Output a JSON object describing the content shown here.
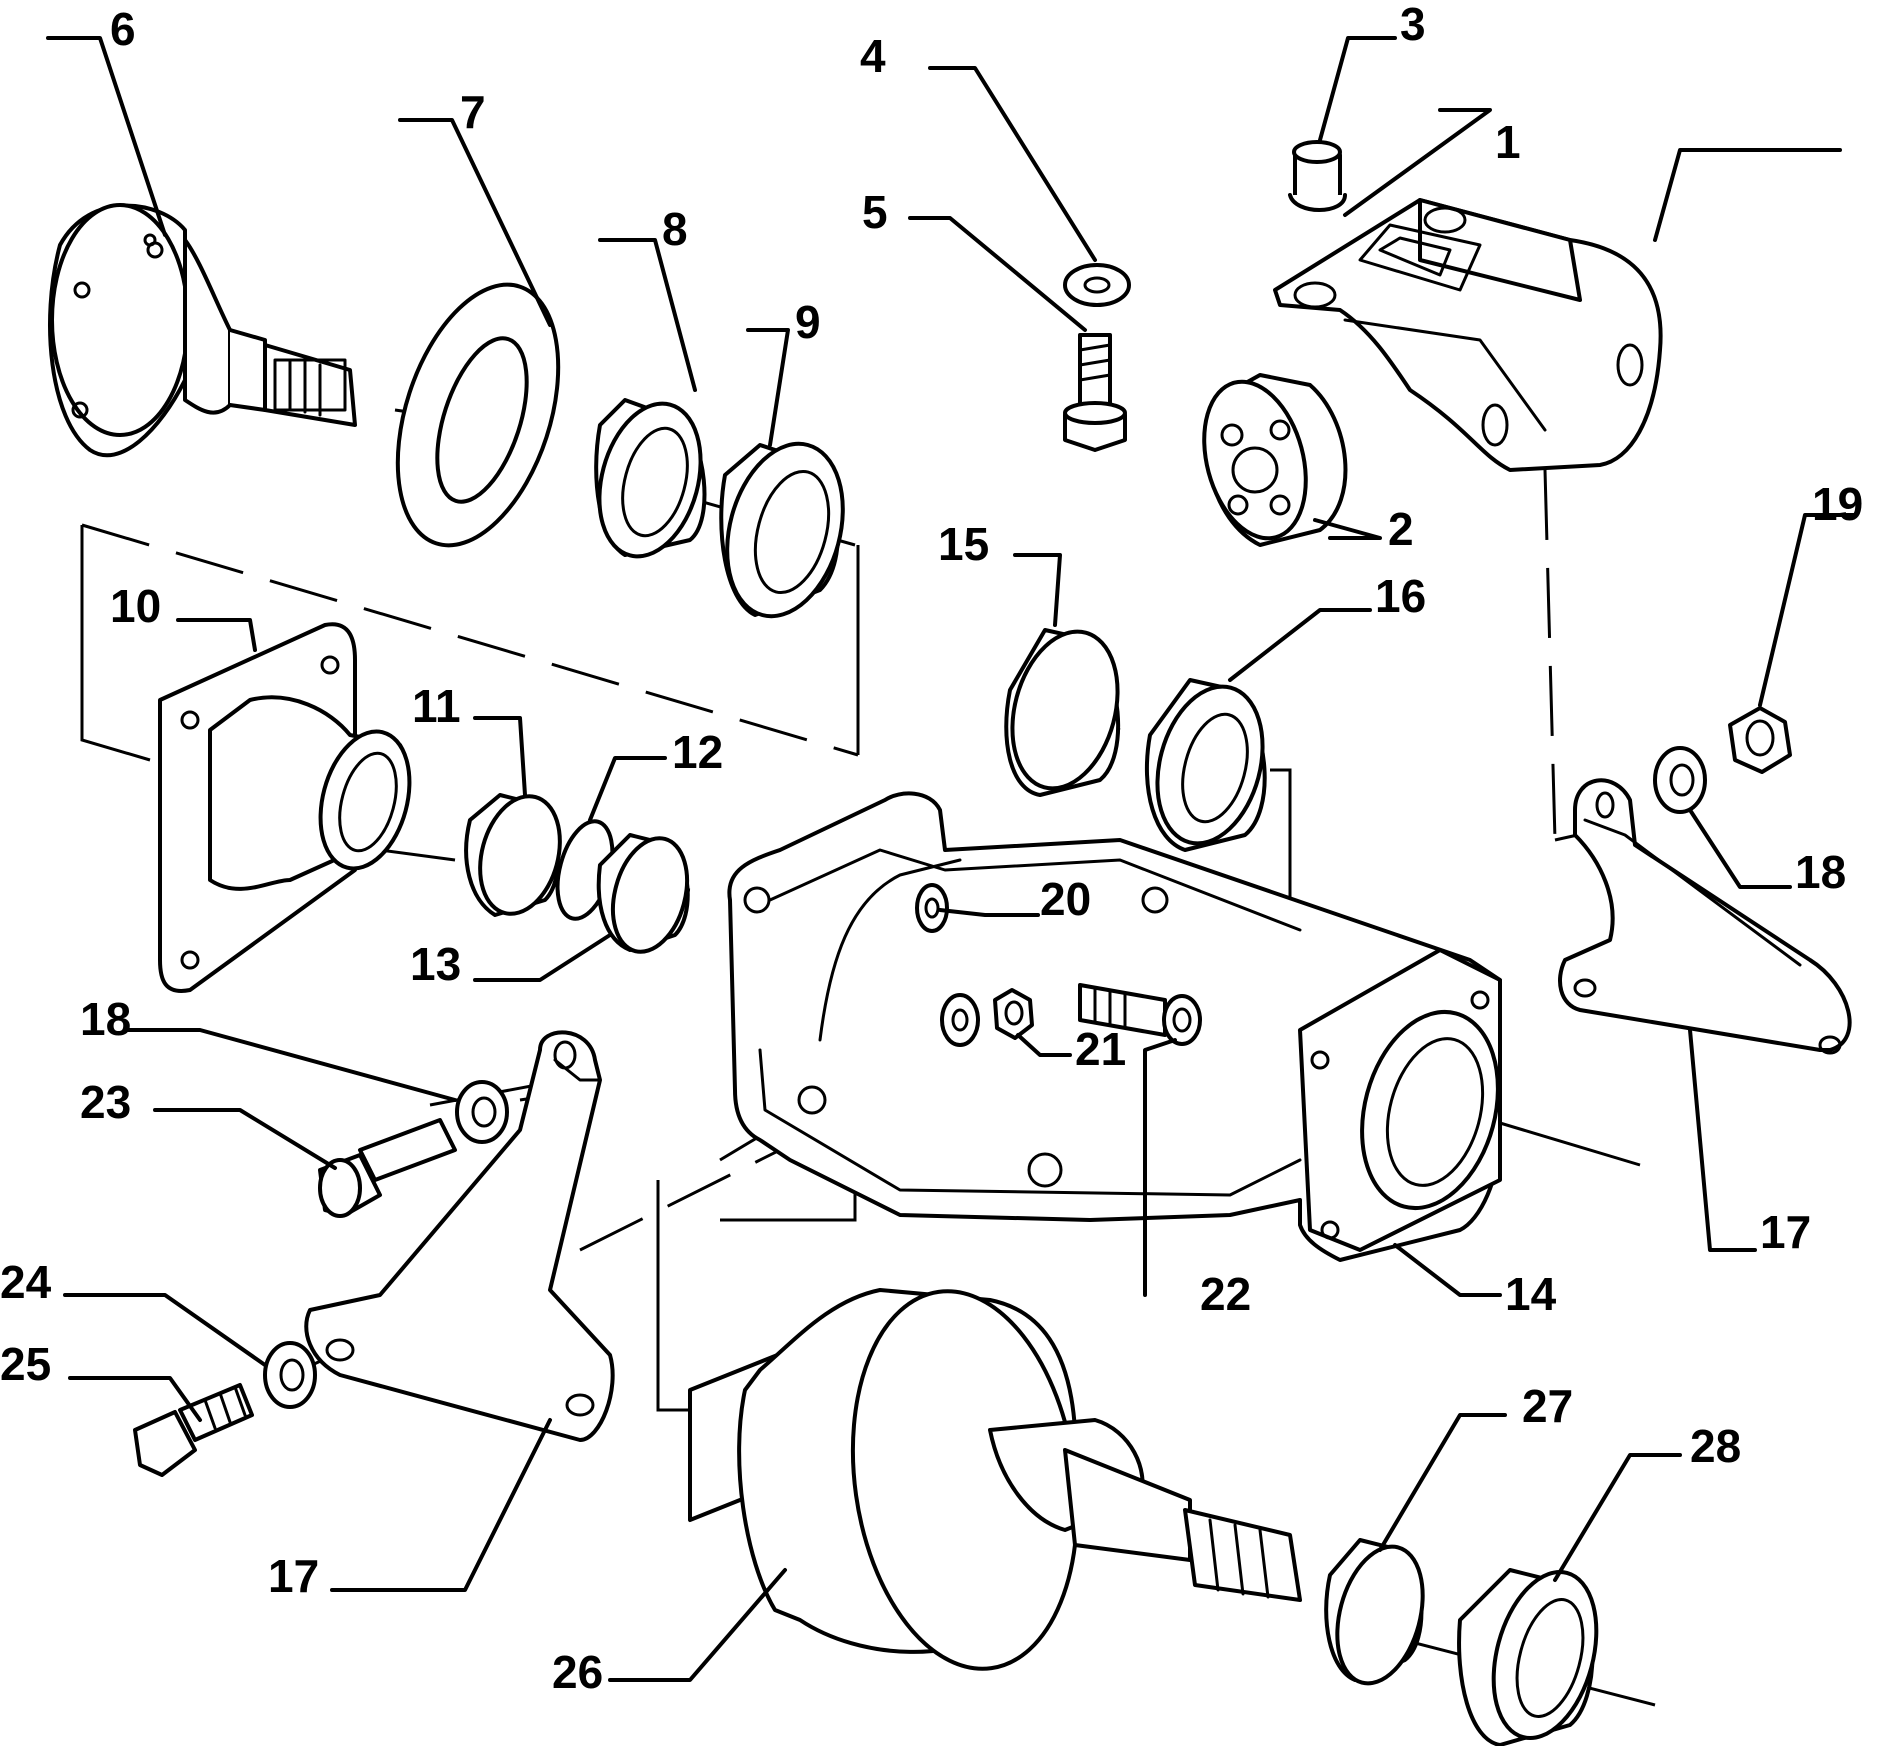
{
  "callouts": {
    "c1": "1",
    "c2": "2",
    "c3": "3",
    "c4": "4",
    "c5": "5",
    "c6": "6",
    "c7": "7",
    "c8": "8",
    "c9": "9",
    "c10": "10",
    "c11": "11",
    "c12": "12",
    "c13": "13",
    "c14": "14",
    "c15": "15",
    "c16": "16",
    "c17a": "17",
    "c17b": "17",
    "c18a": "18",
    "c18b": "18",
    "c19": "19",
    "c20": "20",
    "c21": "21",
    "c22": "22",
    "c23": "23",
    "c24": "24",
    "c25": "25",
    "c26": "26",
    "c27": "27",
    "c28": "28"
  }
}
